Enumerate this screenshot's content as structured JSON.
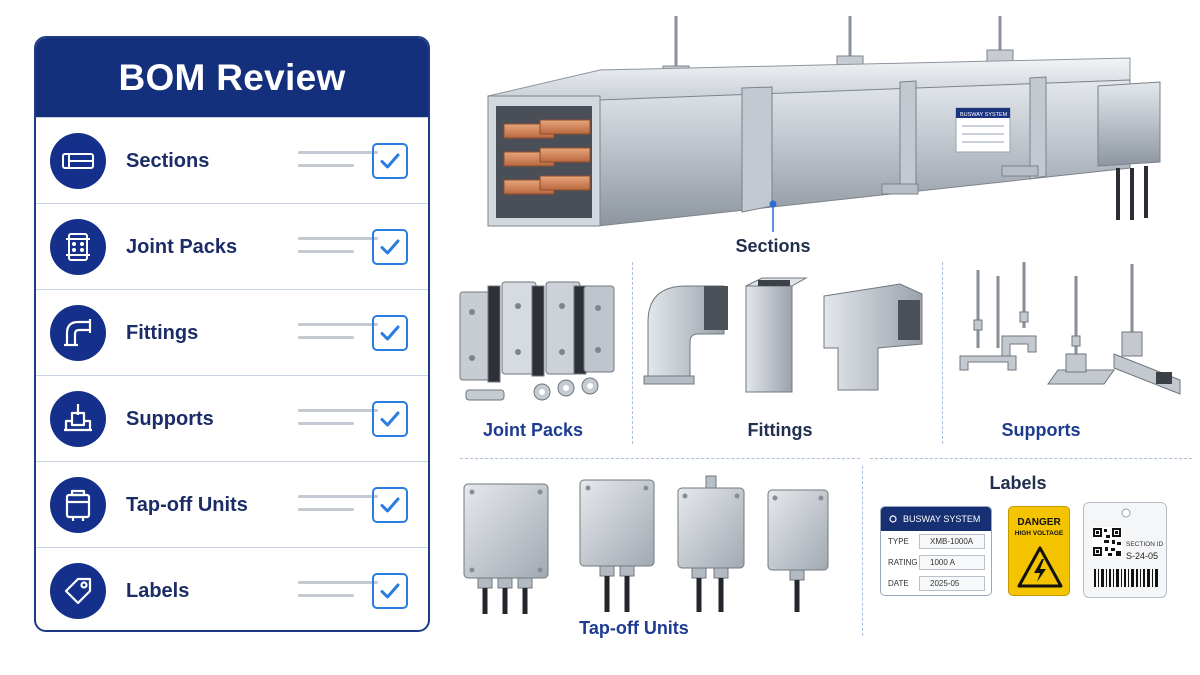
{
  "panel": {
    "title": "BOM Review",
    "items": [
      {
        "label": "Sections",
        "icon": "busway-section-icon",
        "checked": true
      },
      {
        "label": "Joint Packs",
        "icon": "joint-pack-icon",
        "checked": true
      },
      {
        "label": "Fittings",
        "icon": "elbow-fitting-icon",
        "checked": true
      },
      {
        "label": "Supports",
        "icon": "support-hanger-icon",
        "checked": true
      },
      {
        "label": "Tap-off Units",
        "icon": "tap-off-unit-icon",
        "checked": true
      },
      {
        "label": "Labels",
        "icon": "tag-label-icon",
        "checked": true
      }
    ]
  },
  "gallery": {
    "sections": "Sections",
    "joint_packs": "Joint Packs",
    "fittings": "Fittings",
    "supports": "Supports",
    "tap_off_units": "Tap-off Units",
    "labels": "Labels"
  },
  "nameplate": {
    "title": "BUSWAY SYSTEM"
  },
  "busway_label": {
    "title": "BUSWAY SYSTEM",
    "rows": [
      {
        "key": "TYPE",
        "value": "XMB-1000A"
      },
      {
        "key": "RATING",
        "value": "1000 A"
      },
      {
        "key": "DATE",
        "value": "2025-05"
      }
    ]
  },
  "danger_label": {
    "line1": "DANGER",
    "line2": "HIGH VOLTAGE"
  },
  "id_tag": {
    "line1": "SECTION ID",
    "line2": "S-24-05"
  },
  "colors": {
    "navy": "#142f7c",
    "check_blue": "#2a7de0",
    "copper": "#c9784a",
    "steel": "#b9c0c8",
    "warning_yellow": "#f4c400"
  }
}
